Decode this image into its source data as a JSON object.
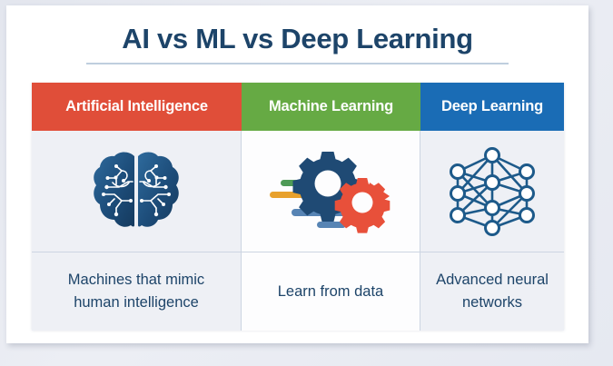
{
  "header": {
    "title": "AI vs ML vs Deep Learning"
  },
  "colors": {
    "title": "#1d4469",
    "underline": "#bfcede",
    "ai_header_bg": "#e04e39",
    "ml_header_bg": "#66aa44",
    "dl_header_bg": "#1a6cb5",
    "cell_tint": "#eef0f5",
    "cell_white": "#fdfdfe",
    "divider": "#ccd5e2",
    "brain_icon": "#1d4d7a",
    "gear_dark": "#1f4a74",
    "gear_red": "#e8503a",
    "line_green": "#4e9a56",
    "line_orange": "#e8a12c",
    "line_blue": "#5784b4",
    "network_icon": "#1d5a8a",
    "page_bg": "#e8eaf0",
    "card_bg": "#ffffff"
  },
  "columns": [
    {
      "id": "artificial-intelligence",
      "header": "Artificial Intelligence",
      "icon_name": "brain-circuit-icon",
      "description": "Machines that mimic human intelligence"
    },
    {
      "id": "machine-learning",
      "header": "Machine Learning",
      "icon_name": "gears-icon",
      "description": "Learn from data"
    },
    {
      "id": "deep-learning",
      "header": "Deep Learning",
      "icon_name": "neural-network-icon",
      "description": "Advanced neural networks"
    }
  ]
}
